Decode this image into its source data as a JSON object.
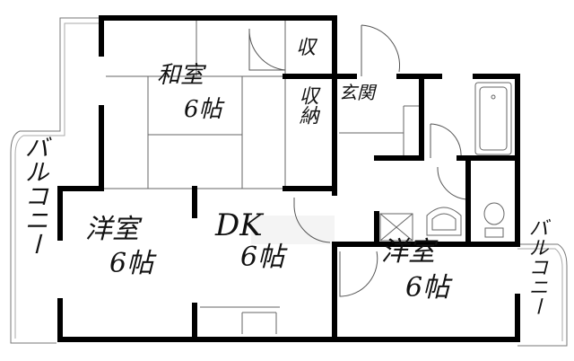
{
  "rooms": {
    "washitsu": {
      "name": "和室",
      "size": "6帖"
    },
    "closet_small": {
      "name": "収"
    },
    "closet": {
      "name": "収納"
    },
    "genkan": {
      "name": "玄関"
    },
    "youshitsu_left": {
      "name": "洋室",
      "size": "6帖"
    },
    "dk": {
      "name": "DK",
      "size": "6帖"
    },
    "youshitsu_right": {
      "name": "洋室",
      "size": "6帖"
    }
  },
  "balconies": {
    "left": "バルコニー",
    "right": "バルコニー"
  },
  "colors": {
    "wall": "#000000",
    "line": "#555555"
  }
}
